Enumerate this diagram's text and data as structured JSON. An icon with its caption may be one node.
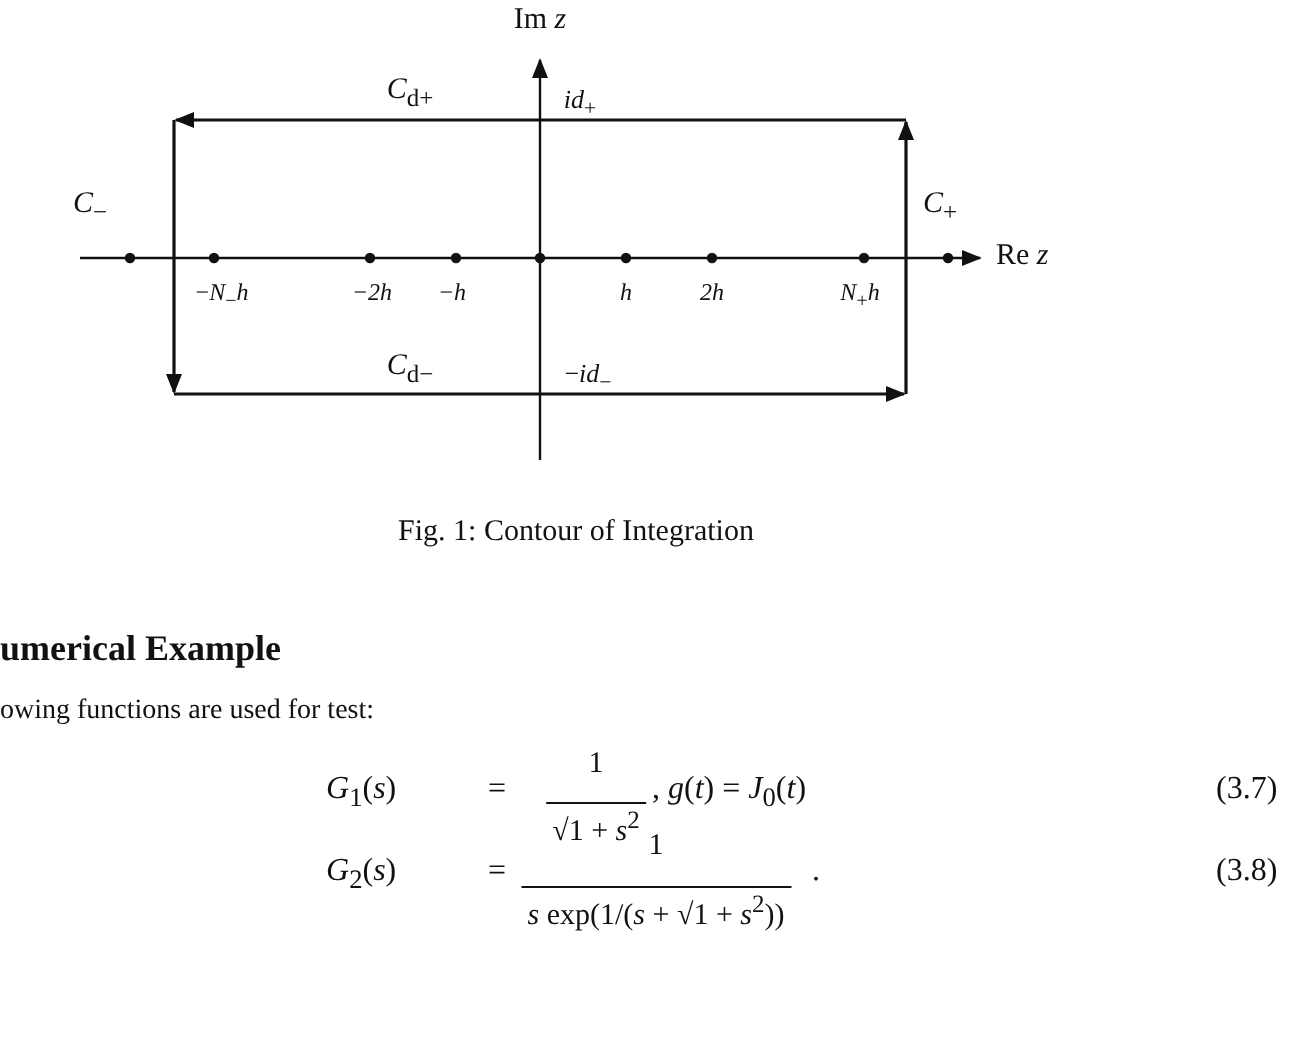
{
  "diagram": {
    "caption": "Fig. 1: Contour of Integration",
    "labels": [
      "Im *z*",
      "*C*$_{d+}$",
      "*id*$_{+}$",
      "*C*$_{−}$",
      "*C*$_{+}$",
      "Re *z*",
      "−*N*$_{−}$*h*",
      "−2h",
      "−h",
      "h",
      "2h",
      "*N*$_{+}$*h*",
      "*C*$_{d−}$",
      "−*id*$_{−}$",
      "**umerical Example**",
      "owing functions are used for test:",
      "*G*$_{1}$(*s*)",
      "=",
      "1",
      "√1 + *s*$^{2}$",
      ",   *g*(*t*) = *J*$_{0}$(*t*)",
      "(3.7)",
      "*G*$_{2}$(*s*)",
      "=",
      "1",
      "*s* exp(1/(*s* + √1 + *s*$^{2}$))",
      ".",
      "(3.8)"
    ]
  }
}
